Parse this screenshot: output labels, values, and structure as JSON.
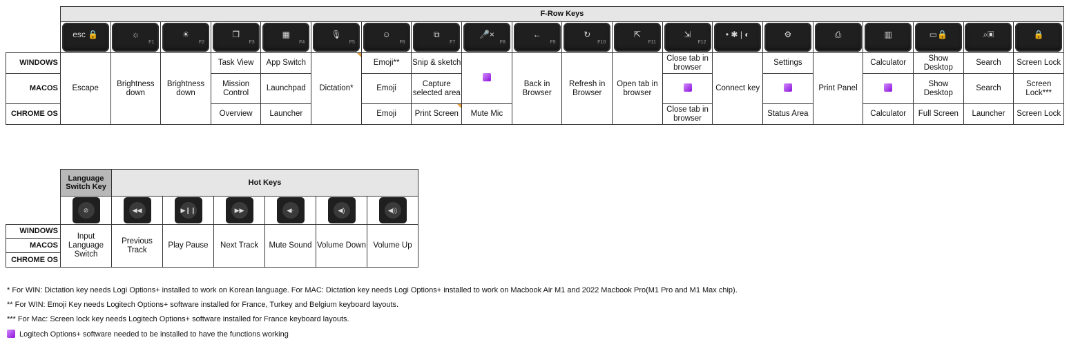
{
  "frow": {
    "title": "F-Row Keys",
    "os": [
      "WINDOWS",
      "MACOS",
      "CHROME OS"
    ],
    "keys": [
      {
        "icon": "esc-lock-icon",
        "sym": "esc 🔒",
        "fn": ""
      },
      {
        "icon": "brightness-down-icon",
        "sym": "☼",
        "fn": "F1"
      },
      {
        "icon": "brightness-up-icon",
        "sym": "☀",
        "fn": "F2"
      },
      {
        "icon": "task-view-icon",
        "sym": "❐",
        "fn": "F3"
      },
      {
        "icon": "app-switch-icon",
        "sym": "▦",
        "fn": "F4"
      },
      {
        "icon": "dictation-icon",
        "sym": "🎙",
        "fn": "F5"
      },
      {
        "icon": "emoji-icon",
        "sym": "☺",
        "fn": "F6"
      },
      {
        "icon": "screenshot-icon",
        "sym": "⧉",
        "fn": "F7"
      },
      {
        "icon": "mute-mic-icon",
        "sym": "🎤×",
        "fn": "F8"
      },
      {
        "icon": "back-arrow-icon",
        "sym": "←",
        "fn": "F9"
      },
      {
        "icon": "refresh-icon",
        "sym": "↻",
        "fn": "F10"
      },
      {
        "icon": "open-tab-icon",
        "sym": "⇱",
        "fn": "F11"
      },
      {
        "icon": "close-tab-icon",
        "sym": "⇲",
        "fn": "F12"
      },
      {
        "icon": "connect-icon",
        "sym": "• ✱ | ◐",
        "fn": ""
      },
      {
        "icon": "settings-icon",
        "sym": "⚙",
        "fn": ""
      },
      {
        "icon": "printer-icon",
        "sym": "⎙",
        "fn": ""
      },
      {
        "icon": "calculator-icon",
        "sym": "▥",
        "fn": ""
      },
      {
        "icon": "show-desktop-icon",
        "sym": "▭🔒",
        "fn": ""
      },
      {
        "icon": "search-icon",
        "sym": "⌕▣",
        "fn": ""
      },
      {
        "icon": "screen-lock-icon",
        "sym": "🔒",
        "fn": ""
      }
    ],
    "win": [
      "Task View",
      "App Switch",
      "Emoji**",
      "Snip & sketch",
      "Close tab in browser",
      "Settings",
      "Calculator",
      "Show Desktop",
      "Search",
      "Screen Lock"
    ],
    "mac": [
      "Mission Control",
      "Launchpad",
      "Emoji",
      "Capture selected area",
      "Search",
      "Screen Lock***"
    ],
    "chrome": [
      "Overview",
      "Launcher",
      "Emoji",
      "Print Screen",
      "Mute Mic",
      "Close tab in browser",
      "Status Area",
      "Calculator",
      "Full Screen",
      "Launcher",
      "Screen Lock"
    ],
    "merged": {
      "escape": "Escape",
      "bright_down_1": "Brightness down",
      "bright_down_2": "Brightness down",
      "dictation": "Dictation*",
      "back": "Back in Browser",
      "refresh": "Refresh in Browser",
      "open_tab": "Open tab in browser",
      "connect": "Connect key",
      "print_panel": "Print Panel",
      "show_desktop_mac": "Show Desktop"
    }
  },
  "hot": {
    "lang_title": "Language Switch Key",
    "title": "Hot Keys",
    "os": [
      "WINDOWS",
      "MACOS",
      "CHROME OS"
    ],
    "keys": [
      {
        "icon": "language-switch-icon",
        "sym": "⊘"
      },
      {
        "icon": "previous-track-icon",
        "sym": "◀◀"
      },
      {
        "icon": "play-pause-icon",
        "sym": "▶❙❙"
      },
      {
        "icon": "next-track-icon",
        "sym": "▶▶"
      },
      {
        "icon": "mute-sound-icon",
        "sym": "◀·"
      },
      {
        "icon": "volume-down-icon",
        "sym": "◀)"
      },
      {
        "icon": "volume-up-icon",
        "sym": "◀))"
      }
    ],
    "labels": [
      "Input Language Switch",
      "Previous Track",
      "Play Pause",
      "Next Track",
      "Mute Sound",
      "Volume Down",
      "Volume Up"
    ]
  },
  "notes": [
    "* For WIN: Dictation key needs Logi Options+ installed to work on Korean language. For MAC: Dictation key needs Logi Options+ installed to work on Macbook Air M1 and 2022 Macbook Pro(M1 Pro and M1 Max chip).",
    "** For WIN: Emoji Key needs Logitech Options+ software installed for France, Turkey and Belgium keyboard layouts.",
    "*** For Mac: Screen lock key needs Logitech Options+ software installed for France keyboard layouts.",
    "Logitech Options+ software needed to be installed to have the functions working"
  ],
  "colors": {
    "purple_marker": "#a020f0",
    "header_bg": "#e6e6e6",
    "lang_header_bg": "#b8b8b8",
    "key_bg": "#1f1f1f",
    "footnote_triangle": "#e09a3a"
  }
}
